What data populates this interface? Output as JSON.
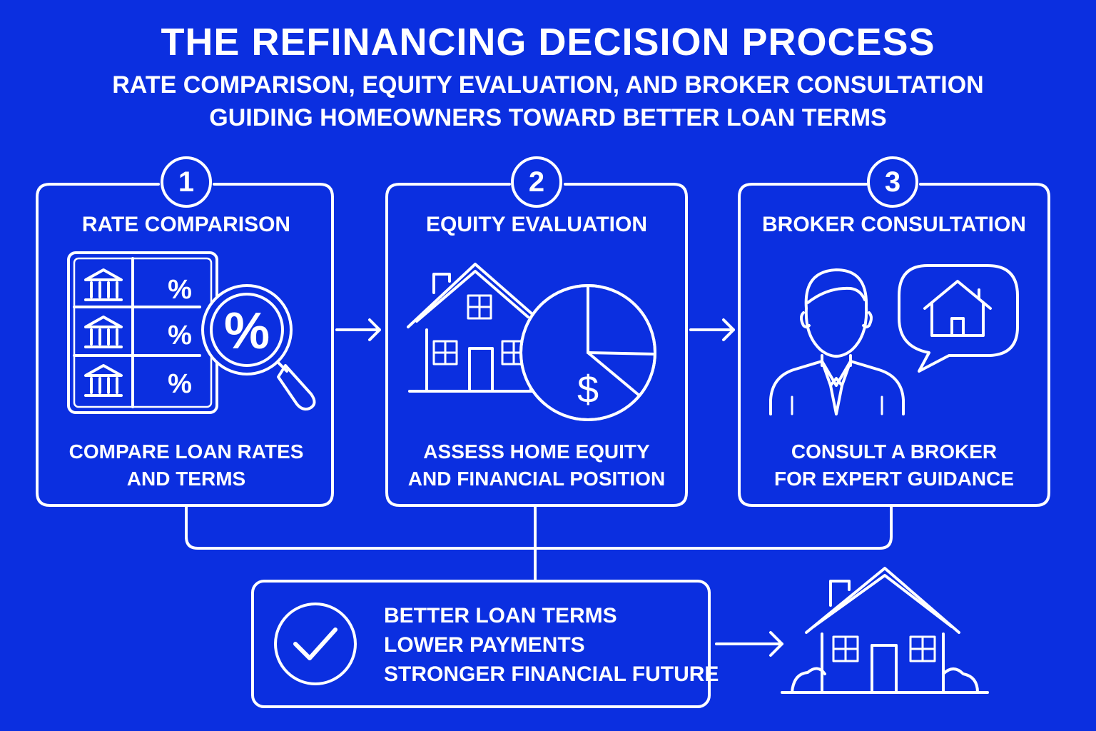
{
  "header": {
    "title": "THE REFINANCING DECISION PROCESS",
    "subtitle_line1": "RATE COMPARISON, EQUITY EVALUATION, AND BROKER CONSULTATION",
    "subtitle_line2": "GUIDING HOMEOWNERS TOWARD BETTER LOAN TERMS"
  },
  "steps": [
    {
      "number": "1",
      "title": "RATE COMPARISON",
      "desc_line1": "COMPARE LOAN RATES",
      "desc_line2": "AND TERMS",
      "icon": "rate-table-magnifier-icon",
      "glyphs": {
        "percent": "%"
      }
    },
    {
      "number": "2",
      "title": "EQUITY EVALUATION",
      "desc_line1": "ASSESS HOME EQUITY",
      "desc_line2": "AND FINANCIAL POSITION",
      "icon": "house-pie-chart-icon",
      "glyphs": {
        "dollar": "$"
      }
    },
    {
      "number": "3",
      "title": "BROKER CONSULTATION",
      "desc_line1": "CONSULT A BROKER",
      "desc_line2": "FOR EXPERT GUIDANCE",
      "icon": "broker-speech-bubble-icon"
    }
  ],
  "outcome": {
    "lines": [
      "BETTER LOAN TERMS",
      "LOWER PAYMENTS",
      "STRONGER FINANCIAL FUTURE"
    ],
    "icon": "checkmark-icon",
    "result_icon": "house-icon"
  },
  "colors": {
    "background": "#0b2fe0",
    "line": "#ffffff"
  }
}
